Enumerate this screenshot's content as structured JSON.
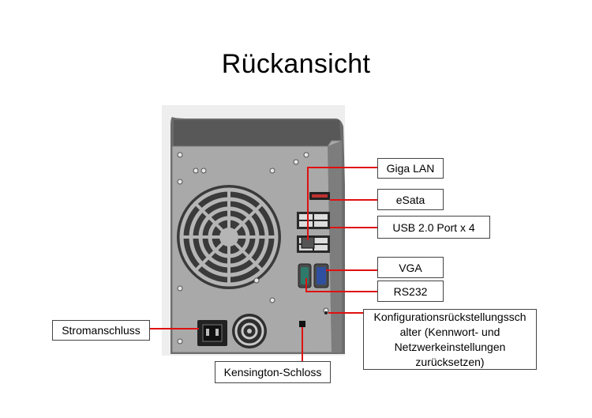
{
  "page": {
    "title": "Rückansicht"
  },
  "labels": {
    "giga_lan": "Giga LAN",
    "esata": "eSata",
    "usb": "USB 2.0 Port x 4",
    "vga": "VGA",
    "rs232": "RS232",
    "power": "Stromanschluss",
    "reset": "Konfigurationsrückstellungssch alter (Kennwort- und Netzwerkeinstellungen zurücksetzen)",
    "kensington": "Kensington-Schloss"
  },
  "colors": {
    "callout_line": "#e01010",
    "chassis_dark": "#5a5a5a",
    "panel": "#a8a8a8"
  }
}
